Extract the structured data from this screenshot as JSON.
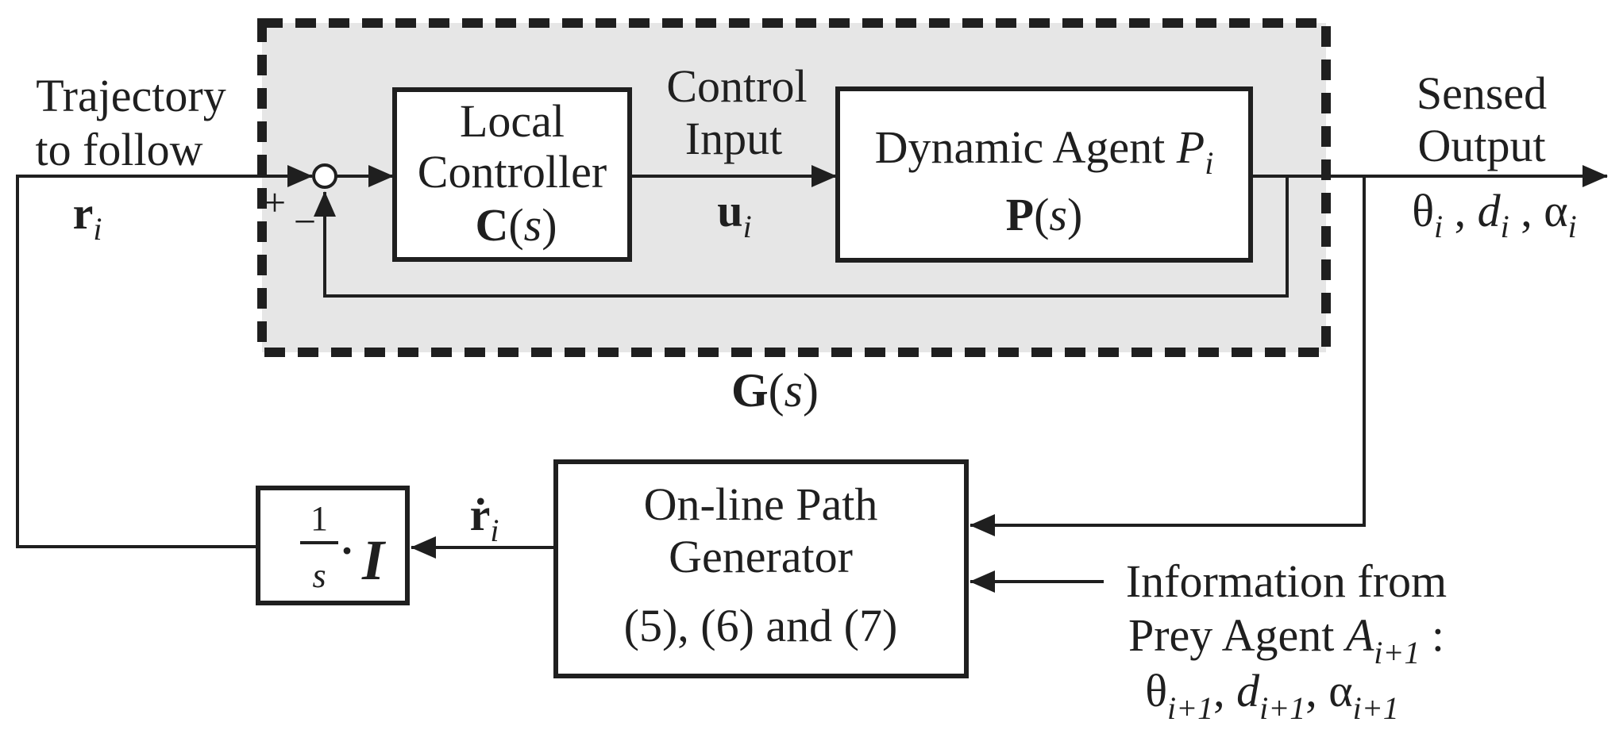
{
  "colors": {
    "ink": "#1f1f1f",
    "group_fill": "#e6e6e6",
    "box_fill": "#ffffff"
  },
  "diagram": {
    "reference": {
      "line1": "Trajectory",
      "line2": "to follow",
      "signal": {
        "base": "r",
        "sub": "i"
      }
    },
    "summing": {
      "plus": "+",
      "minus": "−"
    },
    "controller": {
      "line1": "Local",
      "line2": "Controller",
      "tf": {
        "sym": "C",
        "open": "(",
        "arg": "s",
        "close": ")"
      }
    },
    "control_input": {
      "line1": "Control",
      "line2": "Input",
      "signal": {
        "base": "u",
        "sub": "i"
      }
    },
    "agent": {
      "name_pre": "Dynamic Agent ",
      "name_sym": "P",
      "name_sub": "i",
      "tf": {
        "sym": "P",
        "open": "(",
        "arg": "s",
        "close": ")"
      }
    },
    "group": {
      "tf": {
        "sym": "G",
        "open": "(",
        "arg": "s",
        "close": ")"
      }
    },
    "sensed": {
      "line1": "Sensed",
      "line2": "Output",
      "signals": {
        "p1": "θ",
        "s1": "i",
        "c1": " , ",
        "p2": "d",
        "s2": "i",
        "c2": " , ",
        "p3": "α",
        "s3": "i"
      }
    },
    "path_generator": {
      "line1": "On-line Path",
      "line2": "Generator",
      "line3": "(5), (6) and (7)"
    },
    "rdot": {
      "base": "ṙ",
      "sub": "i"
    },
    "integrator": {
      "num": "1",
      "den": "s",
      "dot": "·",
      "mat": "I"
    },
    "prey_info": {
      "line1": "Information from",
      "line2_pre": "Prey Agent ",
      "line2_sym": "A",
      "line2_sub": "i+1",
      "line2_post": " :",
      "signals": {
        "p1": "θ",
        "s1": "i+1",
        "c1": ", ",
        "p2": "d",
        "s2": "i+1",
        "c2": ", ",
        "p3": "α",
        "s3": "i+1"
      }
    }
  }
}
